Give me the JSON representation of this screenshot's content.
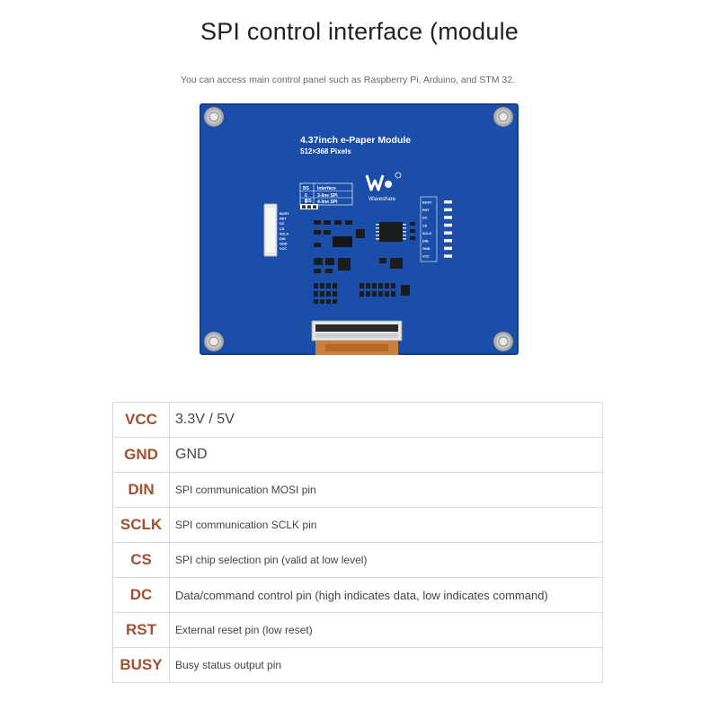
{
  "page": {
    "title": "SPI control interface (module",
    "subtitle": "You can access main control panel such as Raspberry Pi, Arduino, and STM 32."
  },
  "board": {
    "module_name": "4.37inch e-Paper Module",
    "resolution": "512×368 Pixels",
    "brand": "Waveshare",
    "bs_label": "BS",
    "interface_table": {
      "headers": [
        "BS",
        "Interface"
      ],
      "rows": [
        [
          "0",
          "3-line SPI"
        ],
        [
          "1",
          "4-line SPI"
        ]
      ]
    },
    "left_pin_labels": [
      "BUSY",
      "RST",
      "DC",
      "CS",
      "SCLK",
      "DIN",
      "GND",
      "VCC"
    ],
    "right_pin_labels": [
      "BUSY",
      "RST",
      "DC",
      "CS",
      "SCLK",
      "DIN",
      "GND",
      "VCC"
    ],
    "colors": {
      "pcb": "#1a4ea8",
      "pcb_edge": "#153f8c",
      "silk": "#ffffff",
      "accent_pin": "#a0512f"
    }
  },
  "pins": [
    {
      "name": "VCC",
      "description": "3.3V / 5V"
    },
    {
      "name": "GND",
      "description": "GND"
    },
    {
      "name": "DIN",
      "description": "SPI communication MOSI pin"
    },
    {
      "name": "SCLK",
      "description": "SPI communication SCLK pin"
    },
    {
      "name": "CS",
      "description": "SPI chip selection pin (valid at low level)"
    },
    {
      "name": "DC",
      "description": "Data/command control pin (high indicates data, low indicates command)"
    },
    {
      "name": "RST",
      "description": "External reset pin (low reset)"
    },
    {
      "name": "BUSY",
      "description": "Busy status output pin"
    }
  ]
}
